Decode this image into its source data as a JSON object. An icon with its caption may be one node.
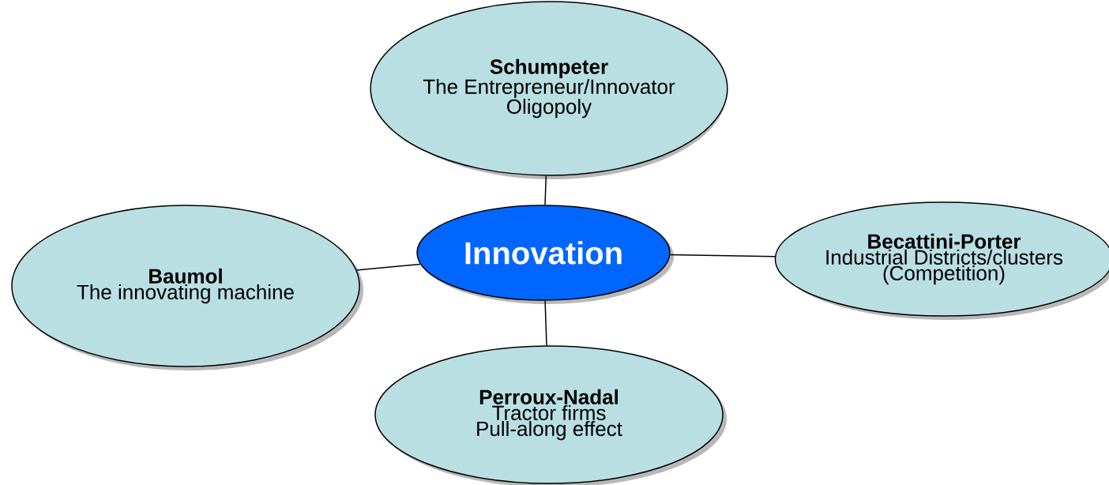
{
  "diagram": {
    "nodes": [
      {
        "text": [
          "Schumpeter",
          "The Entrepreneur/Innovator",
          "Oligopoly"
        ]
      },
      {
        "text": [
          "Baumol",
          "The innovating machine"
        ]
      },
      {
        "text": [
          "Innovation"
        ]
      },
      {
        "text": [
          "Becattini-Porter",
          "Industrial Districts/clusters",
          "(Competition)"
        ]
      },
      {
        "text": [
          "Perroux-Nadal",
          "Tractor firms",
          "Pull-along effect"
        ]
      }
    ],
    "edges": [
      {
        "from": 2,
        "to": 0,
        "arrow": "none"
      },
      {
        "from": 2,
        "to": 1,
        "arrow": "none"
      },
      {
        "from": 2,
        "to": 3,
        "arrow": "none"
      },
      {
        "from": 2,
        "to": 4,
        "arrow": "none"
      }
    ]
  }
}
